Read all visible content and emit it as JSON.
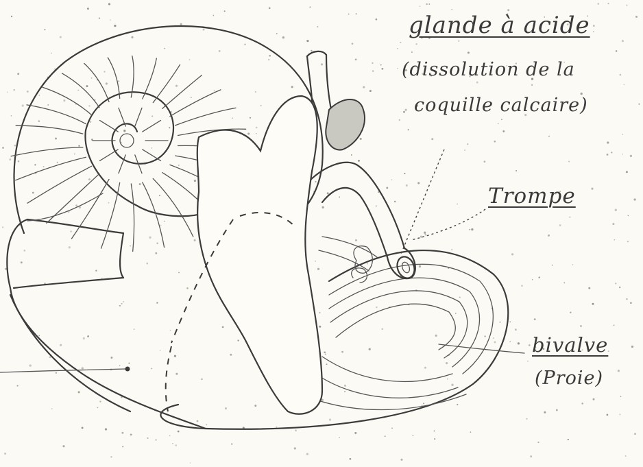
{
  "labels": {
    "glande_title": "glande à acide",
    "glande_line1": "(dissolution de la",
    "glande_line2": "coquille calcaire)",
    "trompe": "Trompe",
    "bivalve": "bivalve",
    "proie": "(Proie)"
  },
  "colors": {
    "ink": "#3b3b3b",
    "paper": "#fbfaf4"
  }
}
